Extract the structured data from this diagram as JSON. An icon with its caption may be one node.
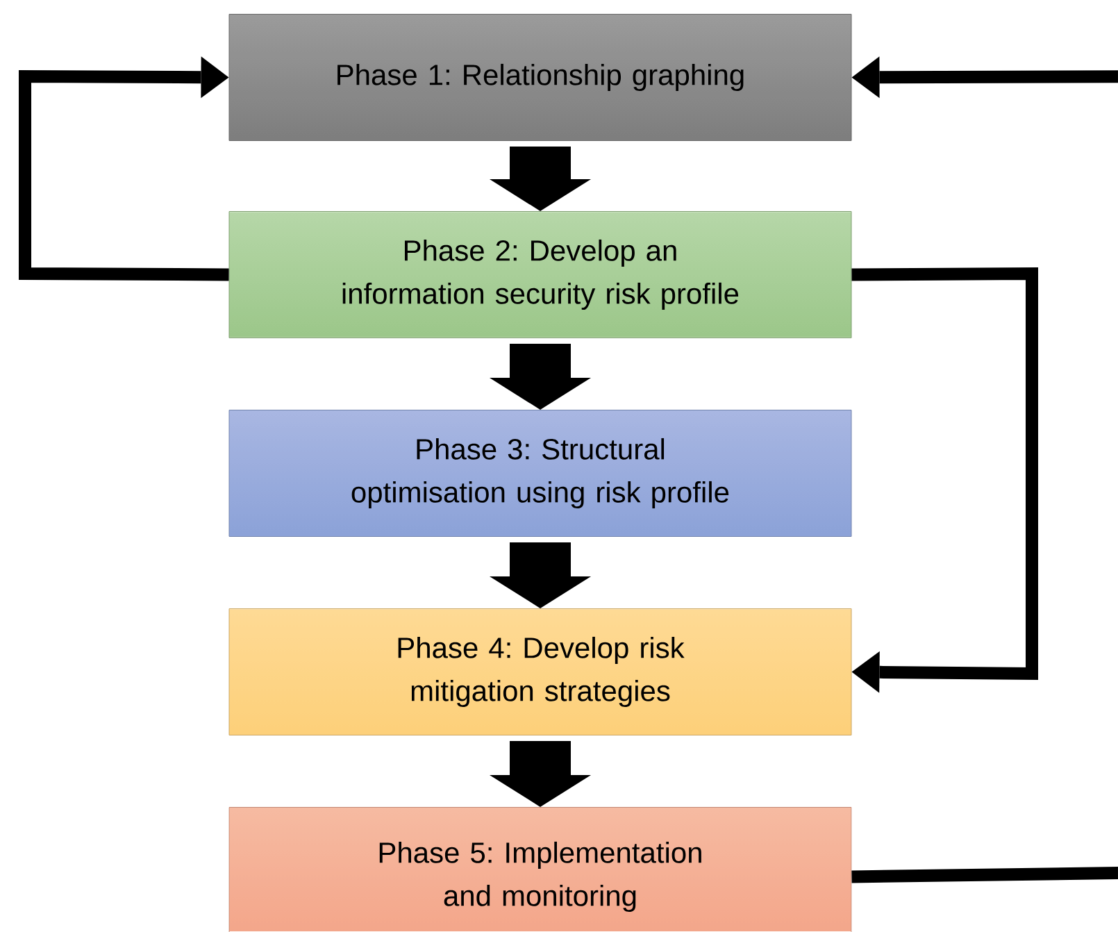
{
  "diagram": {
    "nodes": [
      {
        "text": [
          "Phase 1: Relationship graphing"
        ]
      },
      {
        "text": [
          "Phase 2: Develop an information security risk profile"
        ]
      },
      {
        "text": [
          "Phase 3: Structural optimisation using risk profile"
        ]
      },
      {
        "text": [
          "Phase 4: Develop risk mitigation strategies"
        ]
      },
      {
        "text": [
          "Phase 5: Implementation and monitoring"
        ]
      }
    ],
    "edges": [
      {
        "from": 0,
        "to": 1,
        "arrow": "to"
      },
      {
        "from": 1,
        "to": 2,
        "arrow": "to"
      },
      {
        "from": 2,
        "to": 3,
        "arrow": "to"
      },
      {
        "from": 3,
        "to": 4,
        "arrow": "to"
      },
      {
        "from": 1,
        "to": 0,
        "arrow": "to"
      },
      {
        "from": 1,
        "to": 3,
        "arrow": "to"
      },
      {
        "from": 4,
        "to": 0,
        "arrow": "to"
      }
    ]
  }
}
